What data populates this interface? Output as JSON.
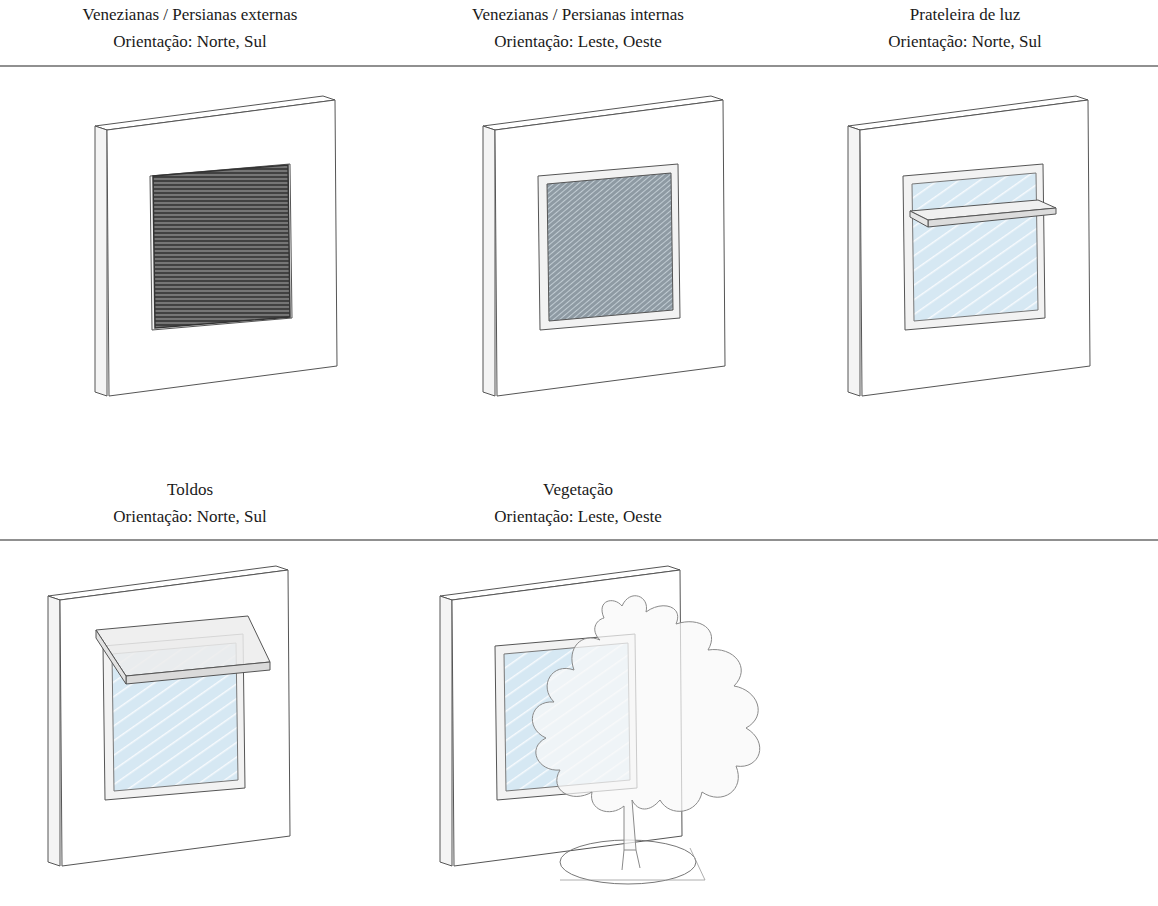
{
  "diagram": {
    "labels": [
      "Venezianas / Persianas externas",
      "Orientação: Norte, Sul",
      "Venezianas / Persianas internas",
      "Orientação: Leste, Oeste",
      "Prateleira de luz",
      "Orientação: Norte, Sul",
      "Toldos",
      "Orientação: Norte, Sul",
      "Vegetação",
      "Orientação: Leste, Oeste"
    ]
  }
}
